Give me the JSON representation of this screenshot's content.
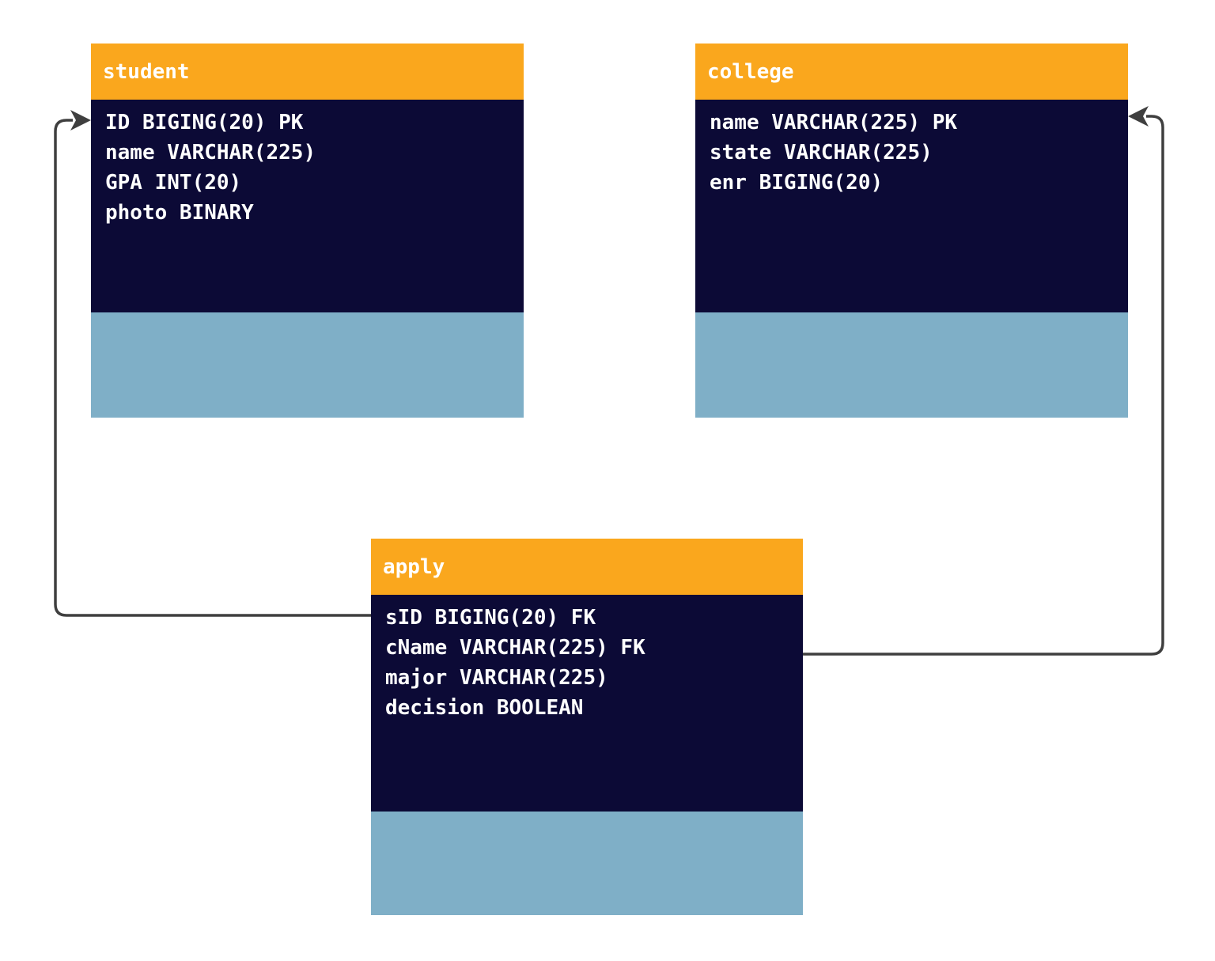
{
  "diagram": {
    "kind": "er-schema",
    "colors": {
      "header_bg": "#faa71d",
      "body_bg": "#0c0a36",
      "footer_bg": "#7fafc7",
      "text": "#ffffff",
      "connector": "#3f3f3f",
      "canvas_bg": "#ffffff"
    },
    "tables": [
      {
        "title": "student",
        "fields": [
          "ID BIGING(20) PK",
          "name VARCHAR(225)",
          "GPA INT(20)",
          "photo BINARY"
        ]
      },
      {
        "title": "college",
        "fields": [
          "name VARCHAR(225) PK",
          "state VARCHAR(225)",
          "enr BIGING(20)"
        ]
      },
      {
        "title": "apply",
        "fields": [
          "sID BIGING(20) FK",
          "cName VARCHAR(225) FK",
          "major VARCHAR(225)",
          "decision BOOLEAN"
        ]
      }
    ],
    "relationships": [
      {
        "from": "apply.sID",
        "to": "student.ID"
      },
      {
        "from": "apply.cName",
        "to": "college.name"
      }
    ]
  }
}
